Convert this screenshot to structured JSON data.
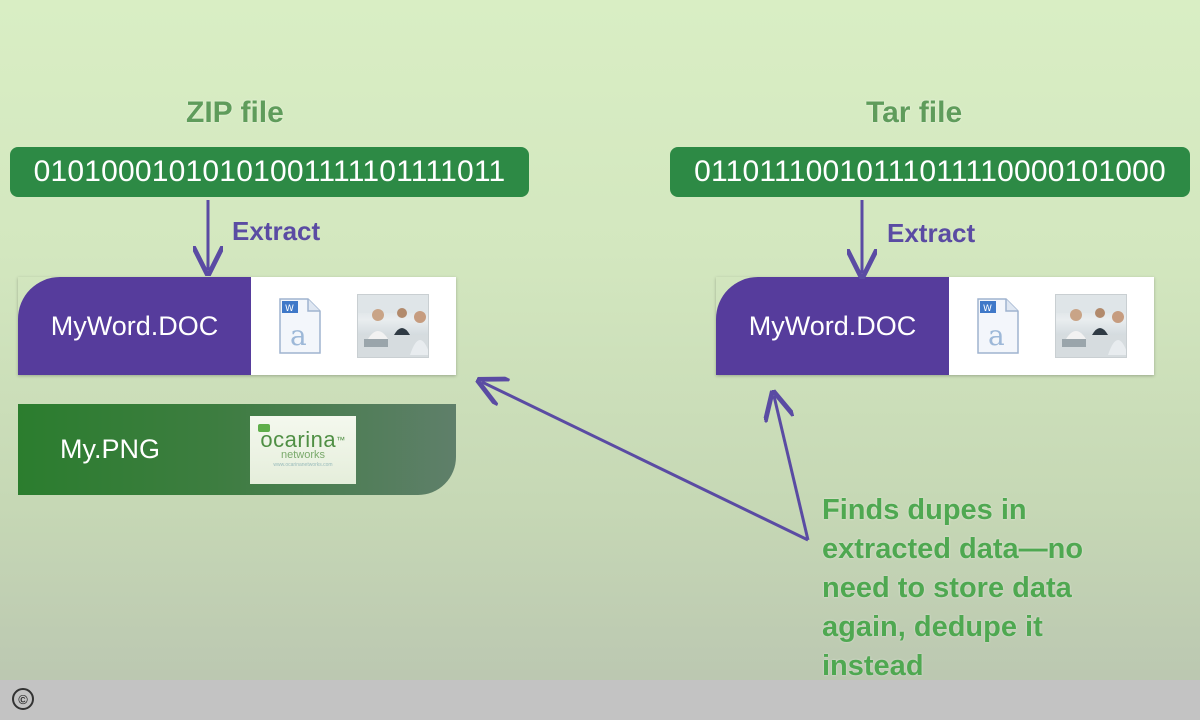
{
  "zip": {
    "title": "ZIP file",
    "bits": "01010001010101001111101111011",
    "extract_label": "Extract",
    "doc_label": "MyWord.DOC",
    "png_label": "My.PNG",
    "logo": {
      "word": "ocarina",
      "tm": "™",
      "sub": "networks",
      "tiny": "www.ocarinanetworks.com"
    }
  },
  "tar": {
    "title": "Tar file",
    "bits": "01101110010111011110000101000",
    "extract_label": "Extract",
    "doc_label": "MyWord.DOC"
  },
  "note": "Finds dupes in extracted data—no need to store data again, dedupe it instead",
  "footer": {
    "copyright_symbol": "©"
  },
  "colors": {
    "green_bar": "#2d8a45",
    "purple": "#563c9c",
    "title_green": "#5f9c5b",
    "arrow": "#5a4ba3"
  }
}
